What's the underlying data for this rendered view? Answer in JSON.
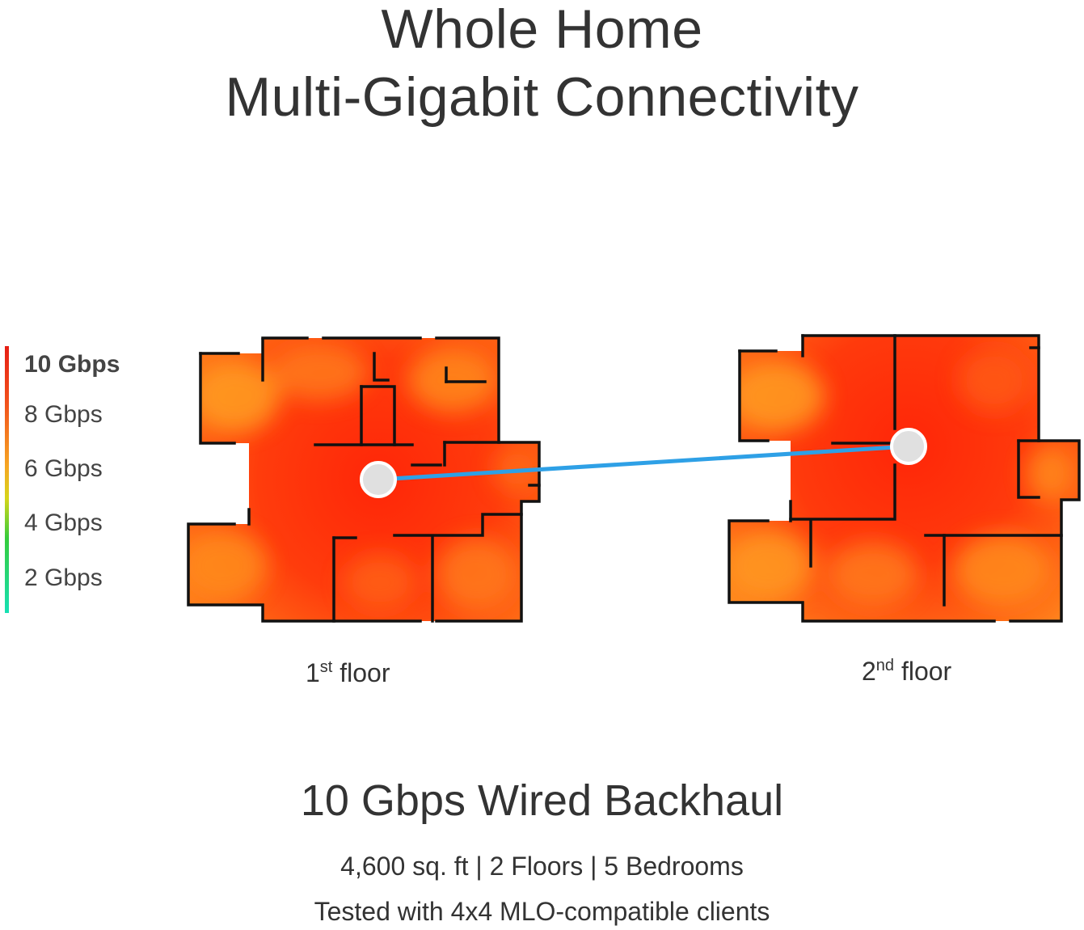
{
  "header": {
    "title_line_1": "Whole Home",
    "title_line_2": "Multi-Gigabit Connectivity"
  },
  "legend": {
    "levels": [
      "10 Gbps",
      "8 Gbps",
      "6 Gbps",
      "4 Gbps",
      "2 Gbps"
    ],
    "gradient_colors": [
      "#e61e14",
      "#f2531c",
      "#f6a623",
      "#d6d51a",
      "#35cc3b",
      "#16e0b4"
    ]
  },
  "floors": [
    {
      "ordinal": "1",
      "suffix": "st",
      "word": "floor"
    },
    {
      "ordinal": "2",
      "suffix": "nd",
      "word": "floor"
    }
  ],
  "colors": {
    "heat_core": "#ff2a0a",
    "heat_mid": "#ff5a12",
    "heat_edge": "#ff9a1e",
    "backhaul_line": "#2ea0e6",
    "node_fill": "#e0e0e0",
    "wall": "#111111"
  },
  "icons": [
    "router-node-icon",
    "router-node-icon"
  ],
  "footer": {
    "headline": "10 Gbps Wired Backhaul",
    "details": "4,600 sq. ft | 2 Floors | 5 Bedrooms",
    "note": "Tested with 4x4 MLO-compatible clients"
  }
}
